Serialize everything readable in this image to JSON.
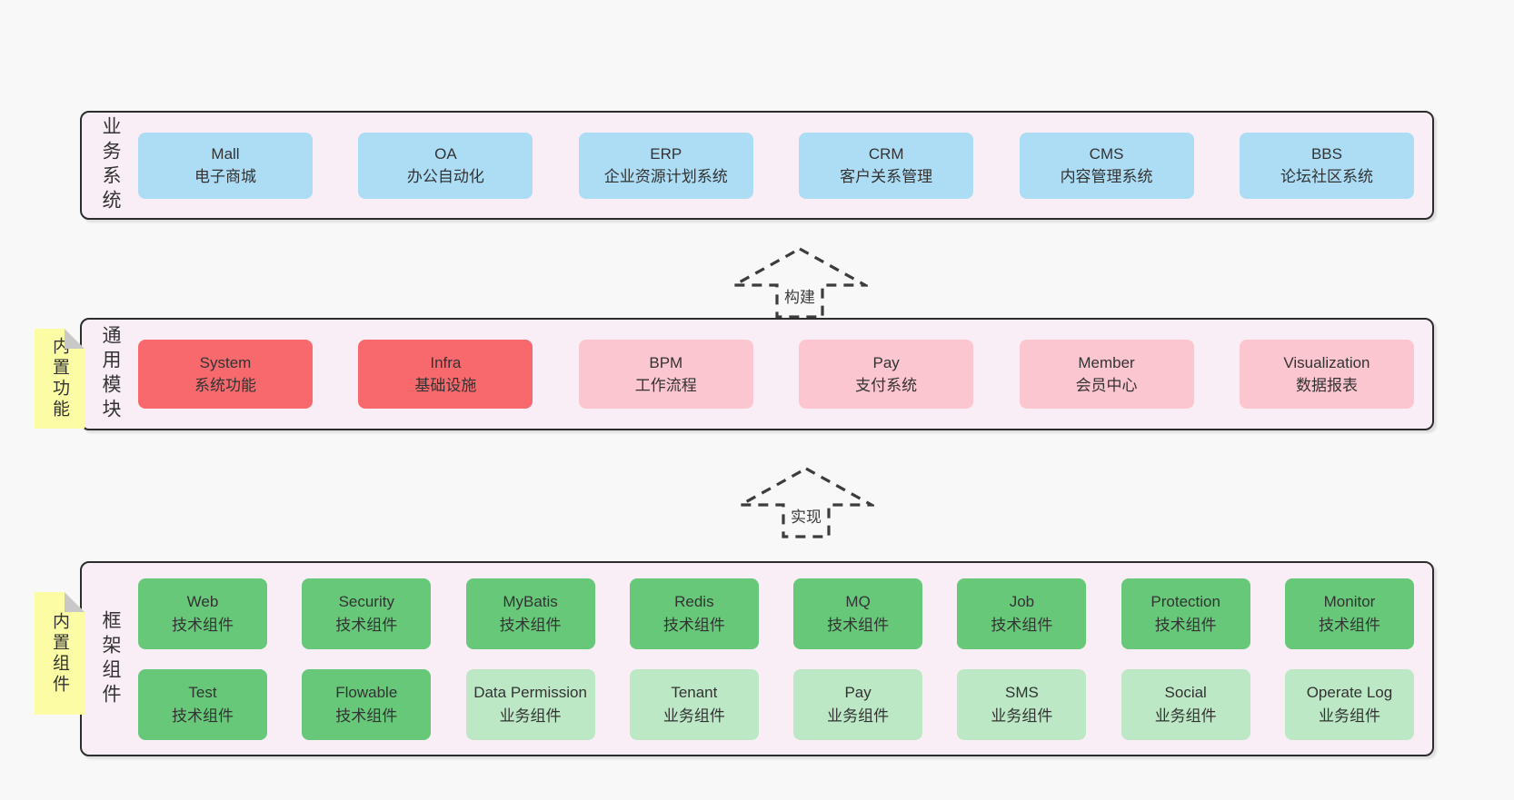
{
  "colors": {
    "page_bg": "#f8f8f8",
    "section_bg": "#f9edf6",
    "section_border": "#2d2d2d",
    "blue_node": "#addcf5",
    "red_node": "#f7696d",
    "pink_node": "#fbc6d0",
    "green_node": "#67c87a",
    "green_light_node": "#bce8c6",
    "tag_yellow": "#fcfca5",
    "tag_fold_gray": "#c8c8c8",
    "arrow_stroke": "#3c3c3c",
    "text": "#333333"
  },
  "business": {
    "label": "业务系统",
    "boxes": [
      {
        "title": "Mall",
        "subtitle": "电子商城"
      },
      {
        "title": "OA",
        "subtitle": "办公自动化"
      },
      {
        "title": "ERP",
        "subtitle": "企业资源计划系统"
      },
      {
        "title": "CRM",
        "subtitle": "客户关系管理"
      },
      {
        "title": "CMS",
        "subtitle": "内容管理系统"
      },
      {
        "title": "BBS",
        "subtitle": "论坛社区系统"
      }
    ]
  },
  "arrow_build": {
    "label": "构建"
  },
  "modules": {
    "label": "通用模块",
    "tag": "内置功能",
    "boxes": [
      {
        "title": "System",
        "subtitle": "系统功能"
      },
      {
        "title": "Infra",
        "subtitle": "基础设施"
      },
      {
        "title": "BPM",
        "subtitle": "工作流程"
      },
      {
        "title": "Pay",
        "subtitle": "支付系统"
      },
      {
        "title": "Member",
        "subtitle": "会员中心"
      },
      {
        "title": "Visualization",
        "subtitle": "数据报表"
      }
    ]
  },
  "arrow_implement": {
    "label": "实现"
  },
  "framework": {
    "label": "框架组件",
    "tag": "内置组件",
    "row1": [
      {
        "title": "Web",
        "subtitle": "技术组件"
      },
      {
        "title": "Security",
        "subtitle": "技术组件"
      },
      {
        "title": "MyBatis",
        "subtitle": "技术组件"
      },
      {
        "title": "Redis",
        "subtitle": "技术组件"
      },
      {
        "title": "MQ",
        "subtitle": "技术组件"
      },
      {
        "title": "Job",
        "subtitle": "技术组件"
      },
      {
        "title": "Protection",
        "subtitle": "技术组件"
      },
      {
        "title": "Monitor",
        "subtitle": "技术组件"
      }
    ],
    "row2": [
      {
        "title": "Test",
        "subtitle": "技术组件"
      },
      {
        "title": "Flowable",
        "subtitle": "技术组件"
      },
      {
        "title": "Data Permission",
        "subtitle": "业务组件"
      },
      {
        "title": "Tenant",
        "subtitle": "业务组件"
      },
      {
        "title": "Pay",
        "subtitle": "业务组件"
      },
      {
        "title": "SMS",
        "subtitle": "业务组件"
      },
      {
        "title": "Social",
        "subtitle": "业务组件"
      },
      {
        "title": "Operate Log",
        "subtitle": "业务组件"
      }
    ]
  }
}
